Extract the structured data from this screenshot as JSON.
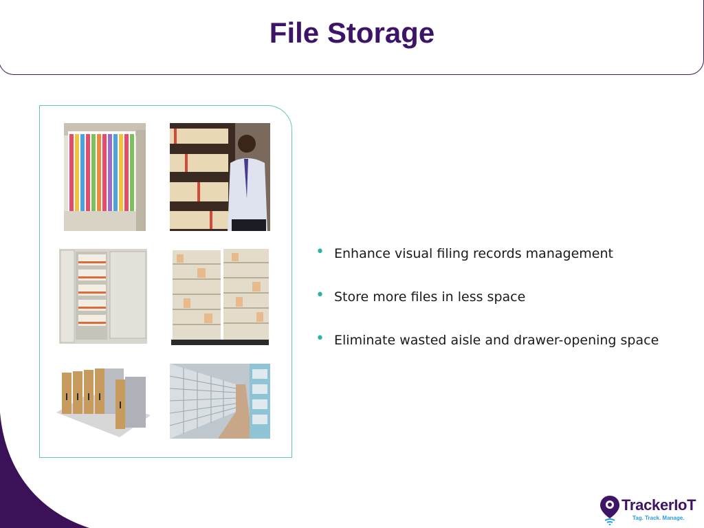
{
  "slide": {
    "title": "File Storage"
  },
  "bullets": [
    "Enhance visual filing records management",
    "Store more files in less space",
    "Eliminate wasted aisle and drawer-opening space"
  ],
  "logo": {
    "name": "TrackerIoT",
    "tagline": "Tag. Track. Manage."
  },
  "colors": {
    "title": "#3d1466",
    "accent": "#2ab3a6",
    "frame": "#5cc8bb",
    "corner": "#3b1158",
    "logo_blue": "#2a9ed6"
  },
  "photos": [
    "open-drawer-color-coded-files",
    "man-at-file-shelves",
    "rotary-cabinet",
    "open-shelving-units",
    "mobile-shelving-system",
    "archive-box-aisle"
  ]
}
